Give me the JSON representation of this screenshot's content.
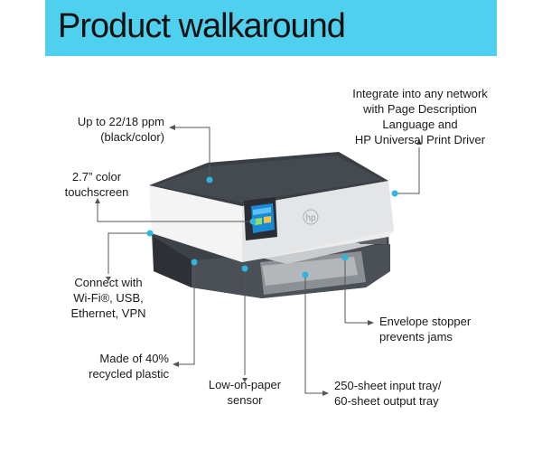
{
  "title": "Product walkaround",
  "colors": {
    "banner": "#4fd0ee",
    "callout": "#2fb5e0",
    "line": "#555555"
  },
  "printer": {
    "logo": "hp"
  },
  "callouts": {
    "speed": [
      "Up to 22/18 ppm",
      "(black/color)"
    ],
    "touchscreen": [
      "2.7” color",
      "touchscreen"
    ],
    "connect": [
      "Connect with",
      "Wi-Fi®, USB,",
      "Ethernet, VPN"
    ],
    "recycled": [
      "Made of 40%",
      "recycled plastic"
    ],
    "sensor": [
      "Low-on-paper",
      "sensor"
    ],
    "network": [
      "Integrate into any network",
      "with Page Description",
      "Language and",
      "HP Universal Print Driver"
    ],
    "envelope": [
      "Envelope stopper",
      "prevents jams"
    ],
    "tray": [
      "250-sheet input tray/",
      "60-sheet output tray"
    ]
  }
}
